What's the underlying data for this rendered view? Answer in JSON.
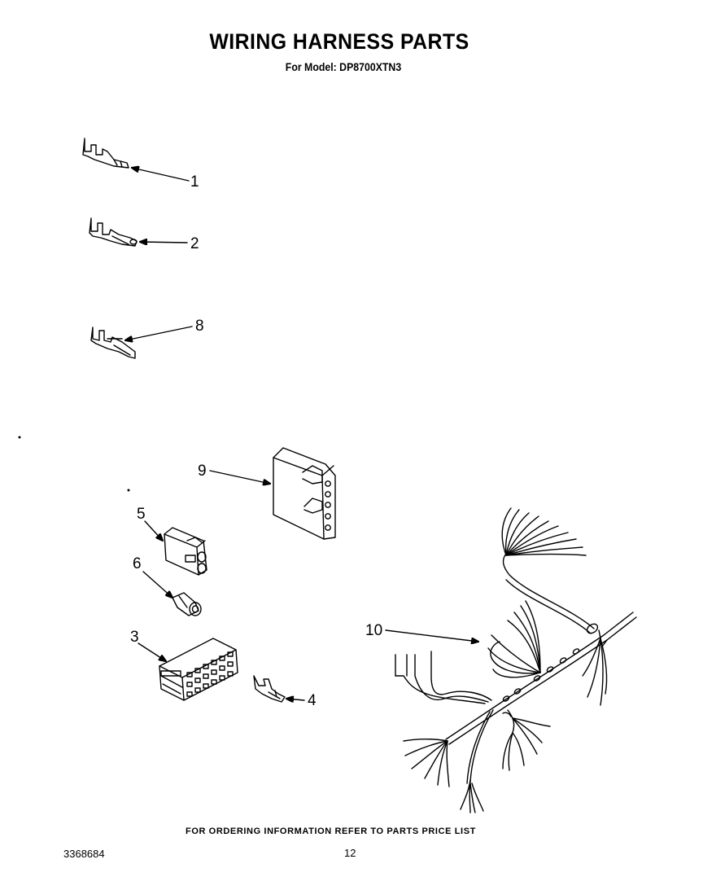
{
  "header": {
    "title": "WIRING HARNESS PARTS",
    "model_line": "For Model: DP8700XTN3"
  },
  "callouts": {
    "c1": "1",
    "c2": "2",
    "c8": "8",
    "c9": "9",
    "c5": "5",
    "c6": "6",
    "c3": "3",
    "c4": "4",
    "c10": "10"
  },
  "footer": {
    "ordering_note": "FOR ORDERING INFORMATION REFER TO PARTS PRICE LIST",
    "document_number": "3368684",
    "page_number": "12"
  }
}
